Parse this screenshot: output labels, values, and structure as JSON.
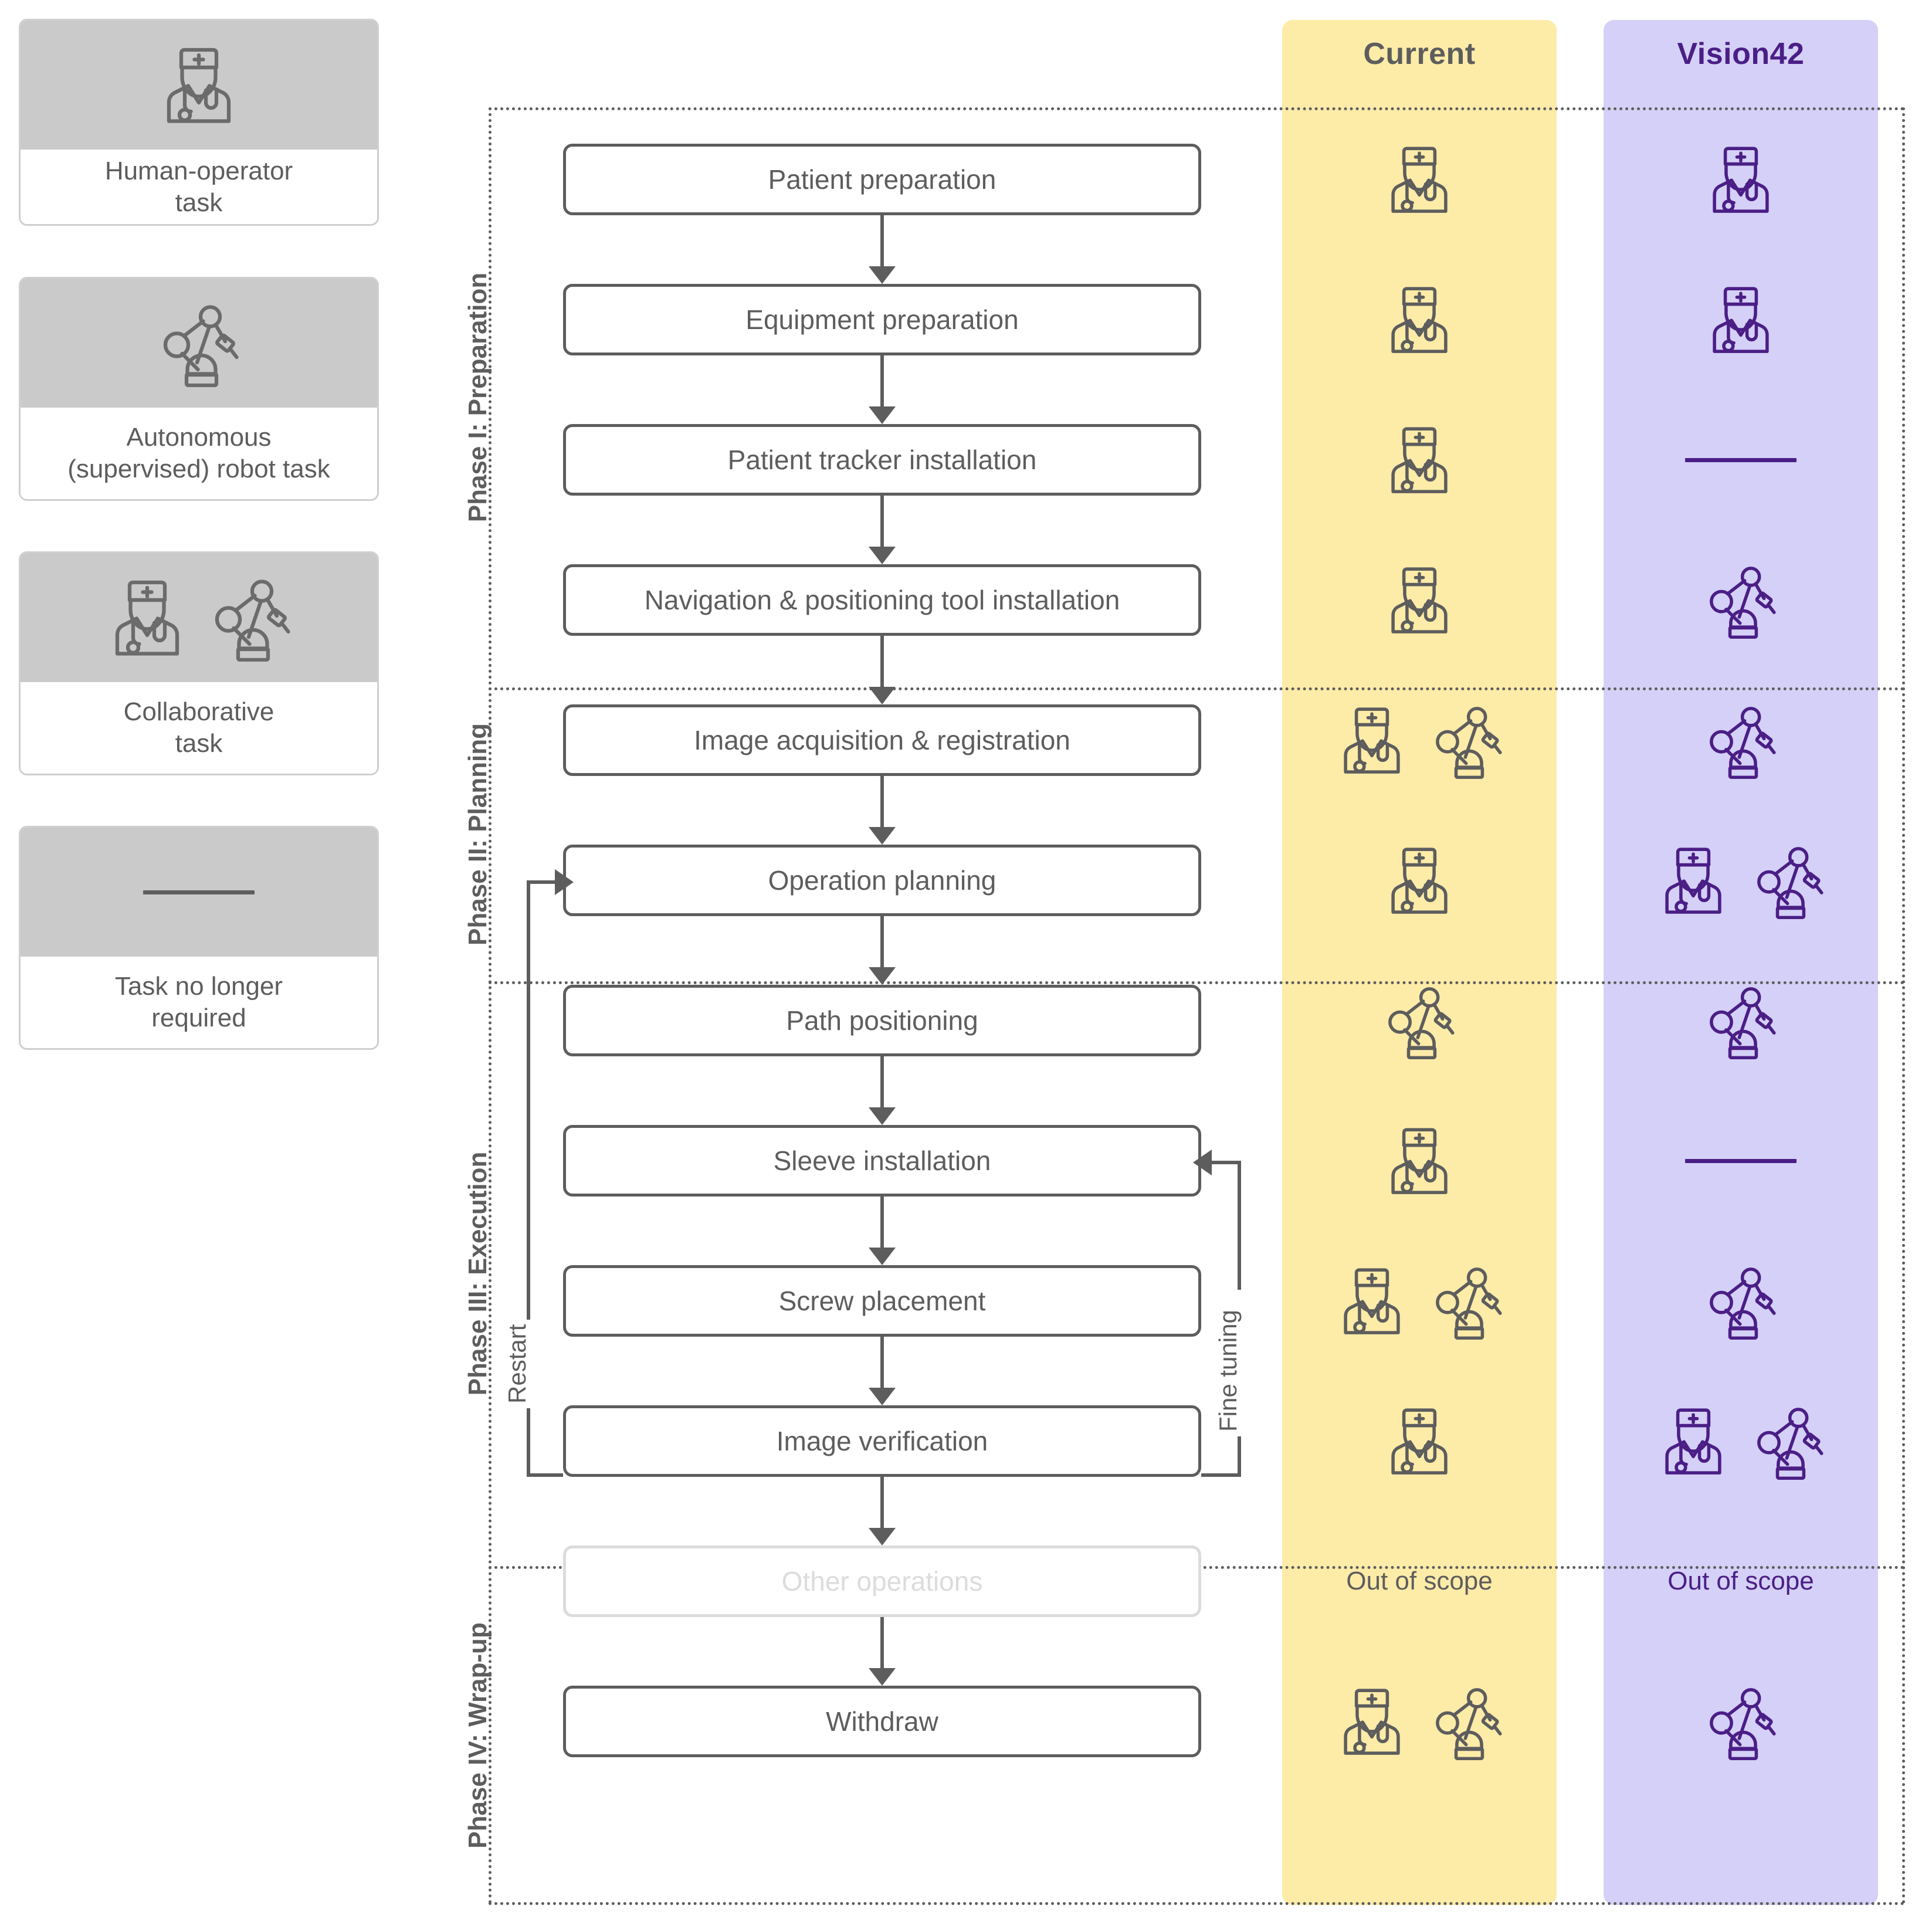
{
  "legend": {
    "items": [
      {
        "icons": [
          "doctor-icon"
        ],
        "label": "Human-operator\ntask"
      },
      {
        "icons": [
          "robot-arm-icon"
        ],
        "label": "Autonomous\n(supervised) robot task"
      },
      {
        "icons": [
          "doctor-icon",
          "robot-arm-icon"
        ],
        "label": "Collaborative\ntask"
      },
      {
        "icons": [
          "dash-marker"
        ],
        "label": "Task no longer\nrequired"
      }
    ]
  },
  "columns": [
    {
      "key": "current",
      "title": "Current",
      "accent": "#fdeba8",
      "text_color": "#5d5d5d"
    },
    {
      "key": "vision",
      "title": "Vision42",
      "accent": "#d4d0f7",
      "text_color": "#4b1e86"
    }
  ],
  "phases": [
    {
      "id": "p1",
      "label": "Phase I: Preparation"
    },
    {
      "id": "p2",
      "label": "Phase II: Planning"
    },
    {
      "id": "p3",
      "label": "Phase III: Execution"
    },
    {
      "id": "p4",
      "label": "Phase IV: Wrap-up"
    }
  ],
  "steps": [
    {
      "name": "Patient preparation",
      "phase": "p1",
      "muted": false,
      "current": [
        "doctor-icon"
      ],
      "vision": [
        "doctor-icon"
      ]
    },
    {
      "name": "Equipment preparation",
      "phase": "p1",
      "muted": false,
      "current": [
        "doctor-icon"
      ],
      "vision": [
        "doctor-icon"
      ]
    },
    {
      "name": "Patient tracker installation",
      "phase": "p1",
      "muted": false,
      "current": [
        "doctor-icon"
      ],
      "vision": [
        "dash-marker"
      ]
    },
    {
      "name": "Navigation & positioning tool installation",
      "phase": "p1",
      "muted": false,
      "current": [
        "doctor-icon"
      ],
      "vision": [
        "robot-arm-icon"
      ]
    },
    {
      "name": "Image acquisition & registration",
      "phase": "p2",
      "muted": false,
      "current": [
        "doctor-icon",
        "robot-arm-icon"
      ],
      "vision": [
        "robot-arm-icon"
      ]
    },
    {
      "name": "Operation planning",
      "phase": "p2",
      "muted": false,
      "current": [
        "doctor-icon"
      ],
      "vision": [
        "doctor-icon",
        "robot-arm-icon"
      ]
    },
    {
      "name": "Path positioning",
      "phase": "p3",
      "muted": false,
      "current": [
        "robot-arm-icon"
      ],
      "vision": [
        "robot-arm-icon"
      ]
    },
    {
      "name": "Sleeve installation",
      "phase": "p3",
      "muted": false,
      "current": [
        "doctor-icon"
      ],
      "vision": [
        "dash-marker"
      ]
    },
    {
      "name": "Screw placement",
      "phase": "p3",
      "muted": false,
      "current": [
        "doctor-icon",
        "robot-arm-icon"
      ],
      "vision": [
        "robot-arm-icon"
      ]
    },
    {
      "name": "Image verification",
      "phase": "p3",
      "muted": false,
      "current": [
        "doctor-icon"
      ],
      "vision": [
        "doctor-icon",
        "robot-arm-icon"
      ]
    },
    {
      "name": "Other operations",
      "phase": "p4",
      "muted": true,
      "current": [
        "out-of-scope"
      ],
      "vision": [
        "out-of-scope"
      ]
    },
    {
      "name": "Withdraw",
      "phase": "p4",
      "muted": false,
      "current": [
        "doctor-icon",
        "robot-arm-icon"
      ],
      "vision": [
        "robot-arm-icon"
      ]
    }
  ],
  "annotations": {
    "restart": "Restart",
    "fine_tuning": "Fine tuning",
    "out_of_scope": "Out of scope"
  },
  "colors": {
    "current_band": "#fdeba8",
    "vision_band": "#d4d0f7",
    "ink": "#5d5d5d",
    "vision_ink": "#4b1e86",
    "muted": "#dcdcdc",
    "legend_header": "#cacaca"
  }
}
